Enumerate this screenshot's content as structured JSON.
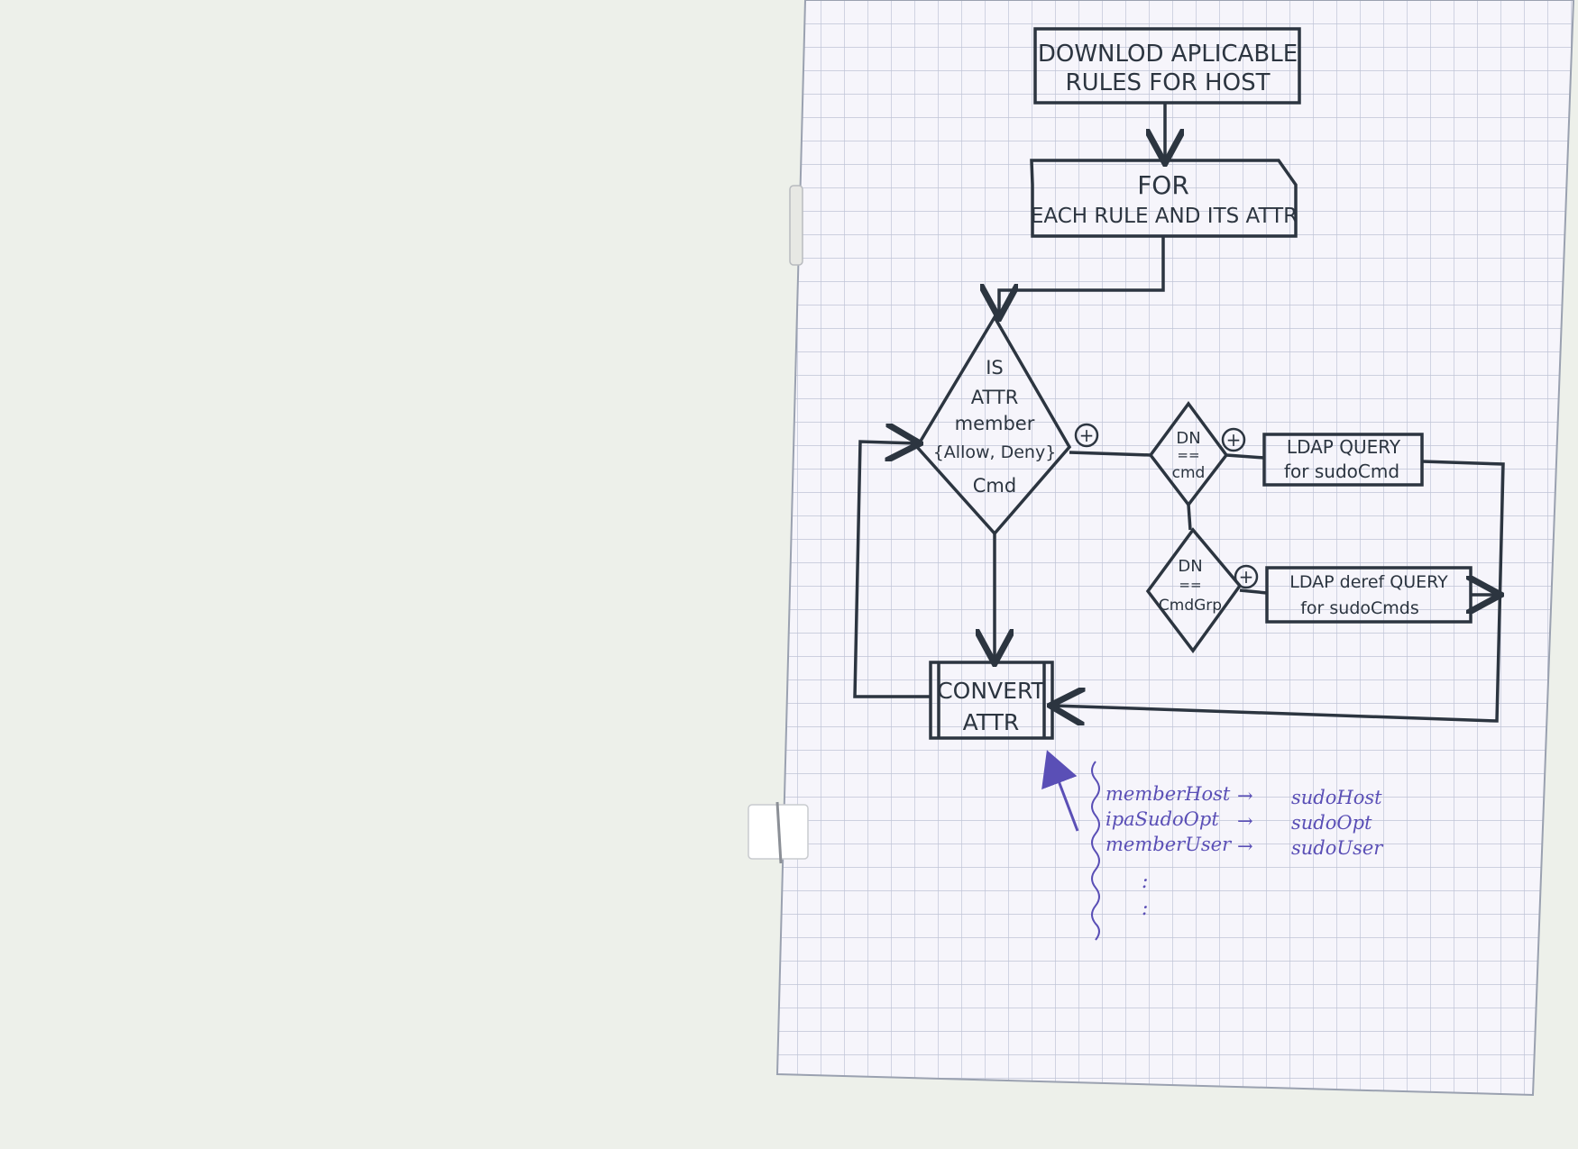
{
  "diagram": {
    "nodes": {
      "download": [
        "DOWNLOD APLICABLE",
        "RULES FOR HOST"
      ],
      "for_each": [
        "FOR",
        "EACH RULE AND ITS ATTR"
      ],
      "is_attr": [
        "IS",
        "ATTR",
        "member",
        "{Allow, Deny}",
        "Cmd"
      ],
      "dn_cmd": [
        "DN",
        "==",
        "cmd"
      ],
      "dn_cmdgrp": [
        "DN",
        "==",
        "CmdGrp"
      ],
      "ldap_query": [
        "LDAP QUERY",
        "for sudoCmd"
      ],
      "ldap_deref": [
        "LDAP deref QUERY",
        "for sudoCmds"
      ],
      "convert": [
        "CONVERT",
        "ATTR"
      ]
    },
    "branch_label": "+",
    "mapping": [
      {
        "from": "memberHost",
        "to": "sudoHost"
      },
      {
        "from": "ipaSudoOpt",
        "to": "sudoOpt"
      },
      {
        "from": "memberUser",
        "to": "sudoUser"
      }
    ],
    "arrow_glyph": "→",
    "ellipsis": ":",
    "colors": {
      "ink": "#2c3540",
      "pen": "#5a4fb6",
      "grid": "#bfc4d6",
      "paper": "#f6f5fb",
      "background": "#edf0ea"
    }
  }
}
